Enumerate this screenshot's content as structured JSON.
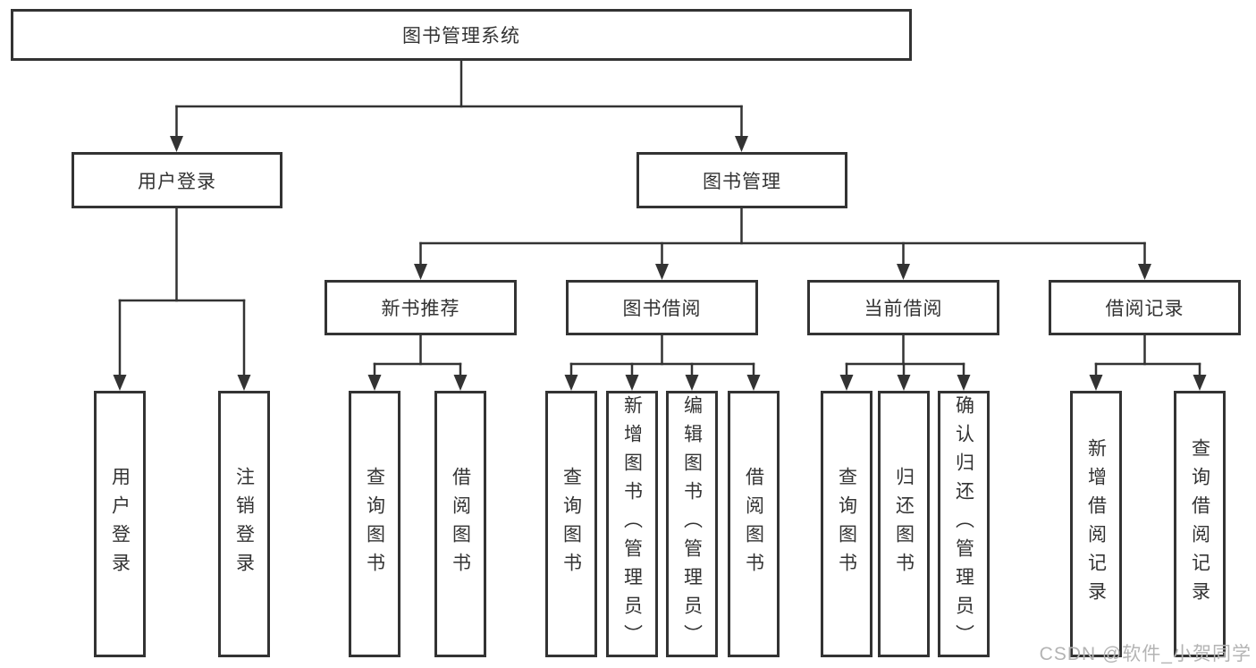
{
  "diagram": {
    "tree": {
      "root": "图书管理系统",
      "children": [
        {
          "label": "用户登录",
          "leaves": [
            "用户登录",
            "注销登录"
          ]
        },
        {
          "label": "图书管理",
          "children": [
            {
              "label": "新书推荐",
              "leaves": [
                "查询图书",
                "借阅图书"
              ]
            },
            {
              "label": "图书借阅",
              "leaves": [
                "查询图书",
                "新增图书（管理员）",
                "编辑图书（管理员）",
                "借阅图书"
              ]
            },
            {
              "label": "当前借阅",
              "leaves": [
                "查询图书",
                "归还图书",
                "确认归还（管理员）"
              ]
            },
            {
              "label": "借阅记录",
              "leaves": [
                "新增借阅记录",
                "查询借阅记录"
              ]
            }
          ]
        }
      ]
    },
    "watermark": "CSDN @软件_小贺同学",
    "colors": {
      "line": "#333333",
      "text": "#333333",
      "background": "#ffffff",
      "watermark": "#b4b4b4"
    }
  }
}
